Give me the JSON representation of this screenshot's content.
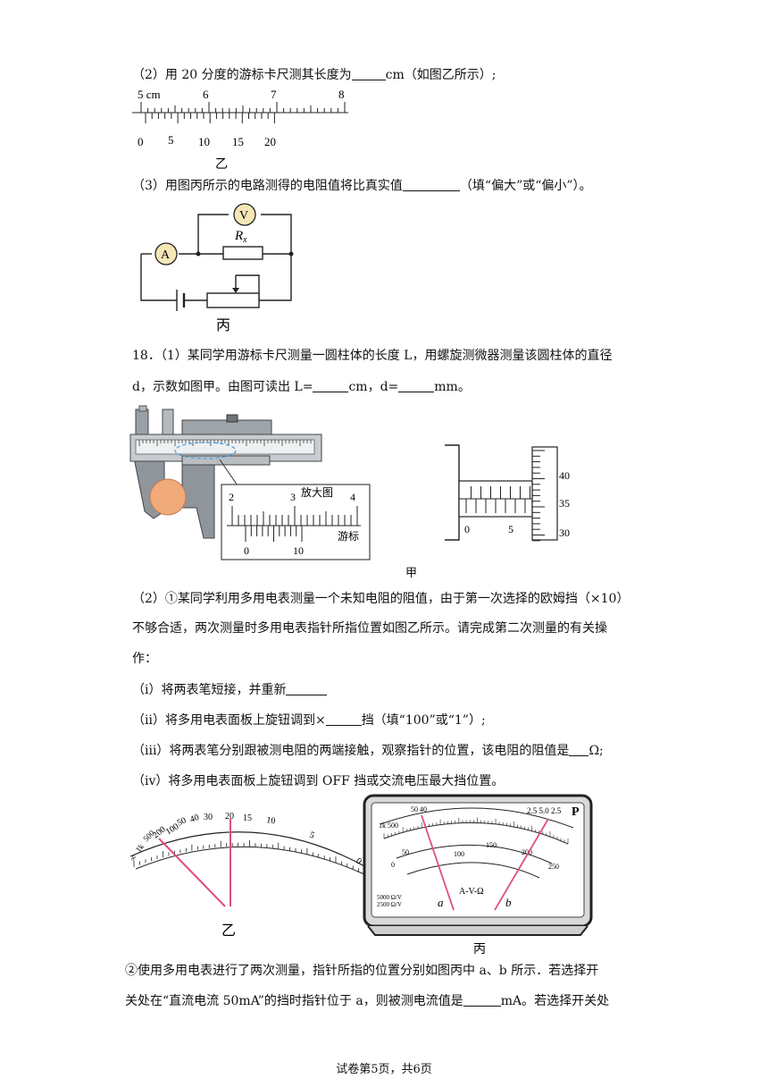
{
  "q17": {
    "part2_pre": "（2）用 20 分度的游标卡尺测其长度为",
    "part2_post": "cm（如图乙所示）;",
    "part3_pre": "（3）用图丙所示的电路测得的电阻值将比真实值",
    "part3_post": "（填“偏大”或“偏小”）。",
    "caliper_main_labels": [
      "5 cm",
      "6",
      "7",
      "8"
    ],
    "caliper_vernier_labels": [
      "0",
      "5",
      "10",
      "15",
      "20"
    ],
    "fig_yi": "乙",
    "circuit_v": "V",
    "circuit_a": "A",
    "circuit_rx": "R",
    "circuit_rx_sub": "x",
    "fig_bing": "丙"
  },
  "q18": {
    "line1": "18．（1）某同学用游标卡尺测量一圆柱体的长度 L，用螺旋测微器测量该圆柱体的直径",
    "line2_pre": "d，示数如图甲。由图可读出 L=",
    "line2_mid": "cm，d=",
    "line2_post": "mm。",
    "zoom_label": "放大图",
    "zoom_main": [
      "2",
      "3",
      "4"
    ],
    "zoom_vernier": [
      "0",
      "10"
    ],
    "vernier_word": "游标",
    "micro_sleeve": [
      "0",
      "5"
    ],
    "micro_thimble": [
      "40",
      "35",
      "30"
    ],
    "fig_jia": "甲",
    "p2_line1": "（2）①某同学利用多用电表测量一个未知电阻的阻值，由于第一次选择的欧姆挡（×10）",
    "p2_line2": "不够合适，两次测量时多用电表指针所指位置如图乙所示。请完成第二次测量的有关操",
    "p2_line3": "作：",
    "step1": "（i）将两表笔短接，并重新",
    "step2_pre": "（ii）将多用电表面板上旋钮调到×",
    "step2_post": "挡（填“100”或“1”）;",
    "step3_pre": "（iii）将两表笔分别跟被测电阻的两端接触，观察指针的位置，该电阻的阻值是",
    "step3_post": "Ω;",
    "step4": "（iv）将多用电表面板上旋钮调到 OFF 挡或交流电压最大挡位置。",
    "ohm_scale": [
      "1k",
      "500",
      "200",
      "100",
      "50",
      "40",
      "30",
      "20",
      "15",
      "10",
      "5",
      "0"
    ],
    "fig_yi2": "乙",
    "meter_dc": [
      "0",
      "50",
      "100",
      "150",
      "200",
      "250"
    ],
    "meter_ac_top": "2.5 5.0 2.5",
    "meter_name": "A-V-Ω",
    "meter_sens1": "5000 Ω/V",
    "meter_sens2": "2500 Ω/V",
    "meter_p": "P",
    "pointer_a": "a",
    "pointer_b": "b",
    "fig_bing2": "丙",
    "p3_line1": "②使用多用电表进行了两次测量，指针所指的位置分别如图丙中 a、b 所示．若选择开",
    "p3_line2_pre": "关处在“直流电流 50mA”的挡时指针位于 a，则被测电流值是",
    "p3_line2_post": "mA。若选择开关处"
  },
  "footer": "试卷第5页，共6页"
}
